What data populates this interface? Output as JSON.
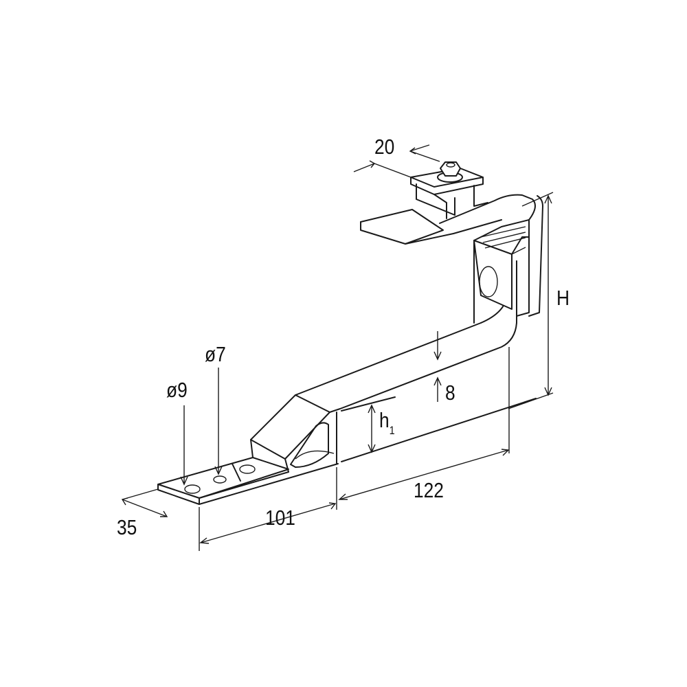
{
  "dimensions": {
    "width_clamp": "20",
    "height": "H",
    "thickness": "8",
    "h1_main": "h",
    "h1_sub": "1",
    "length_upper": "122",
    "length_base": "101",
    "base_width": "35",
    "hole_large": "ø9",
    "hole_small": "ø7"
  },
  "colors": {
    "line": "#1a1a1a",
    "background": "#ffffff"
  }
}
